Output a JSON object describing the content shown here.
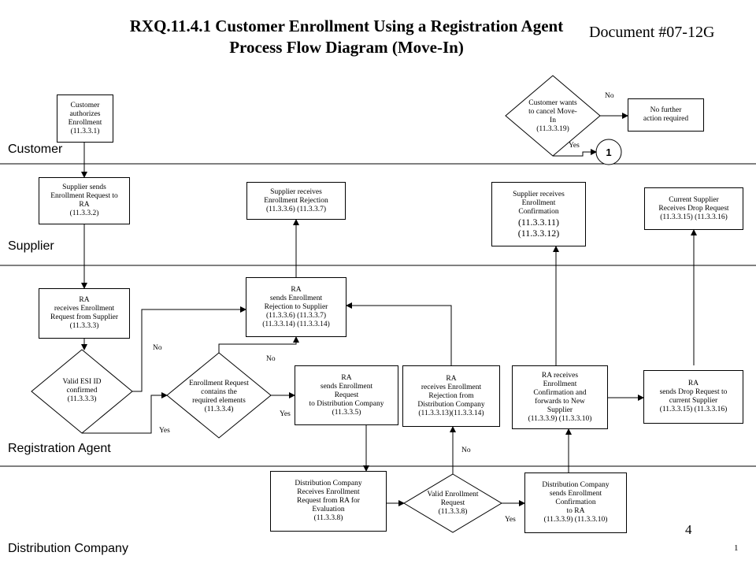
{
  "title": "RXQ.11.4.1 Customer Enrollment Using a Registration Agent Process Flow Diagram (Move-In)",
  "document_number": "Document #07-12G",
  "lanes": {
    "customer": "Customer",
    "supplier": "Supplier",
    "ra": "Registration Agent",
    "dc": "Distribution Company"
  },
  "boxes": {
    "customer_auth": "Customer\nauthorizes\nEnrollment\n(11.3.3.1)",
    "no_further": "No further\naction required",
    "supplier_sends": "Supplier sends\nEnrollment Request to\nRA\n(11.3.3.2)",
    "supplier_rejection": "Supplier receives\nEnrollment Rejection\n(11.3.3.6) (11.3.3.7)",
    "supplier_confirm": "Supplier receives\nEnrollment\nConfirmation",
    "supplier_confirm_codes": "(11.3.3.11)\n(11.3.3.12)",
    "current_supplier_drop": "Current Supplier\nReceives Drop Request\n(11.3.3.15) (11.3.3.16)",
    "ra_receives": "RA\nreceives Enrollment\nRequest from Supplier\n(11.3.3.3)",
    "ra_sends_rejection": "RA\nsends Enrollment\nRejection to Supplier\n(11.3.3.6) (11.3.3.7)\n(11.3.3.14) (11.3.3.14)",
    "ra_sends_to_dc": "RA\nsends Enrollment\nRequest\nto Distribution Company\n(11.3.3.5)",
    "ra_receives_rejection": "RA\nreceives Enrollment\nRejection from\nDistribution Company\n(11.3.3.13)(11.3.3.14)",
    "ra_receives_confirm": "RA receives\nEnrollment\nConfirmation and\nforwards to New\nSupplier\n(11.3.3.9) (11.3.3.10)",
    "ra_sends_drop": "RA\nsends Drop Request to\ncurrent Supplier\n(11.3.3.15) (11.3.3.16)",
    "dc_receives": "Distribution Company\nReceives Enrollment\nRequest from RA for\nEvaluation\n(11.3.3.8)",
    "dc_sends_confirm": "Distribution Company\nsends Enrollment\nConfirmation\nto RA\n(11.3.3.9) (11.3.3.10)"
  },
  "decisions": {
    "cancel_move_in": "Customer wants\nto cancel Move-\nIn\n(11.3.3.19)",
    "valid_esi": "Valid ESI ID\nconfirmed\n(11.3.3.3)",
    "contains_elements": "Enrollment Request\ncontains the\nrequired elements\n(11.3.3.4)",
    "valid_request": "Valid Enrollment\nRequest\n(11.3.3.8)"
  },
  "labels": {
    "no": "No",
    "yes": "Yes"
  },
  "connector": "1",
  "page_number": "4",
  "slide_number": "1"
}
